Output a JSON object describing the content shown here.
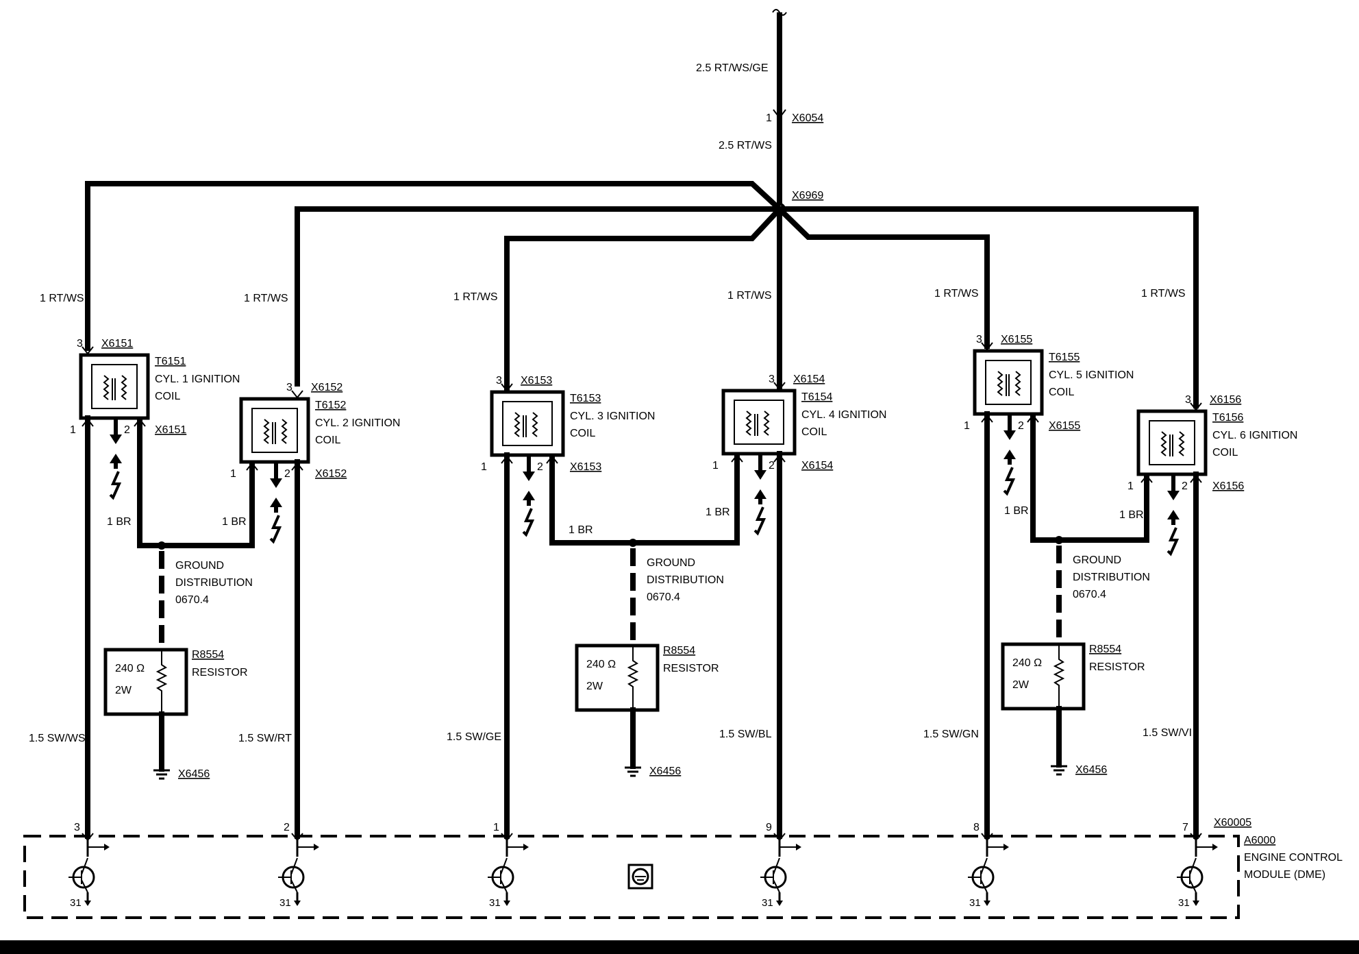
{
  "supply": {
    "wire_top": "2.5 RT/WS/GE",
    "pin": "1",
    "connector": "X6054",
    "wire_bottom": "2.5 RT/WS",
    "splice": "X6969"
  },
  "coils": [
    {
      "wire_top": "1 RT/WS",
      "pin3": "3",
      "conn_top": "X6151",
      "id": "T6151",
      "name1": "CYL. 1 IGNITION",
      "name2": "COIL",
      "pin1": "1",
      "pin2": "2",
      "conn_bot": "X6151",
      "ground_wire": "1 BR",
      "ecm_wire": "1.5 SW/WS",
      "ecm_pin": "3"
    },
    {
      "wire_top": "1 RT/WS",
      "pin3": "3",
      "conn_top": "X6152",
      "id": "T6152",
      "name1": "CYL. 2 IGNITION",
      "name2": "COIL",
      "pin1": "1",
      "pin2": "2",
      "conn_bot": "X6152",
      "ground_wire": "1 BR",
      "ecm_wire": "1.5 SW/RT",
      "ecm_pin": "2"
    },
    {
      "wire_top": "1 RT/WS",
      "pin3": "3",
      "conn_top": "X6153",
      "id": "T6153",
      "name1": "CYL. 3 IGNITION",
      "name2": "COIL",
      "pin1": "1",
      "pin2": "2",
      "conn_bot": "X6153",
      "ground_wire": "1 BR",
      "ecm_wire": "1.5 SW/GE",
      "ecm_pin": "1"
    },
    {
      "wire_top": "1 RT/WS",
      "pin3": "3",
      "conn_top": "X6154",
      "id": "T6154",
      "name1": "CYL. 4 IGNITION",
      "name2": "COIL",
      "pin1": "1",
      "pin2": "2",
      "conn_bot": "X6154",
      "ground_wire": "1 BR",
      "ecm_wire": "1.5 SW/BL",
      "ecm_pin": "9"
    },
    {
      "wire_top": "1 RT/WS",
      "pin3": "3",
      "conn_top": "X6155",
      "id": "T6155",
      "name1": "CYL. 5 IGNITION",
      "name2": "COIL",
      "pin1": "1",
      "pin2": "2",
      "conn_bot": "X6155",
      "ground_wire": "1 BR",
      "ecm_wire": "1.5 SW/GN",
      "ecm_pin": "8"
    },
    {
      "wire_top": "1 RT/WS",
      "pin3": "3",
      "conn_top": "X6156",
      "id": "T6156",
      "name1": "CYL. 6 IGNITION",
      "name2": "COIL",
      "pin1": "1",
      "pin2": "2",
      "conn_bot": "X6156",
      "ground_wire": "1 BR",
      "ecm_wire": "1.5 SW/VI",
      "ecm_pin": "7"
    }
  ],
  "ground_groups": [
    {
      "label1": "GROUND",
      "label2": "DISTRIBUTION",
      "label3": "0670.4",
      "res_id": "R8554",
      "res_name": "RESISTOR",
      "ohms": "240 Ω",
      "watts": "2W",
      "ground_conn": "X6456"
    },
    {
      "label1": "GROUND",
      "label2": "DISTRIBUTION",
      "label3": "0670.4",
      "res_id": "R8554",
      "res_name": "RESISTOR",
      "ohms": "240 Ω",
      "watts": "2W",
      "ground_conn": "X6456"
    },
    {
      "label1": "GROUND",
      "label2": "DISTRIBUTION",
      "label3": "0670.4",
      "res_id": "R8554",
      "res_name": "RESISTOR",
      "ohms": "240 Ω",
      "watts": "2W",
      "ground_conn": "X6456"
    }
  ],
  "ecm": {
    "connector": "X60005",
    "id": "A6000",
    "name1": "ENGINE CONTROL",
    "name2": "MODULE (DME)",
    "ground_pin": "31"
  }
}
